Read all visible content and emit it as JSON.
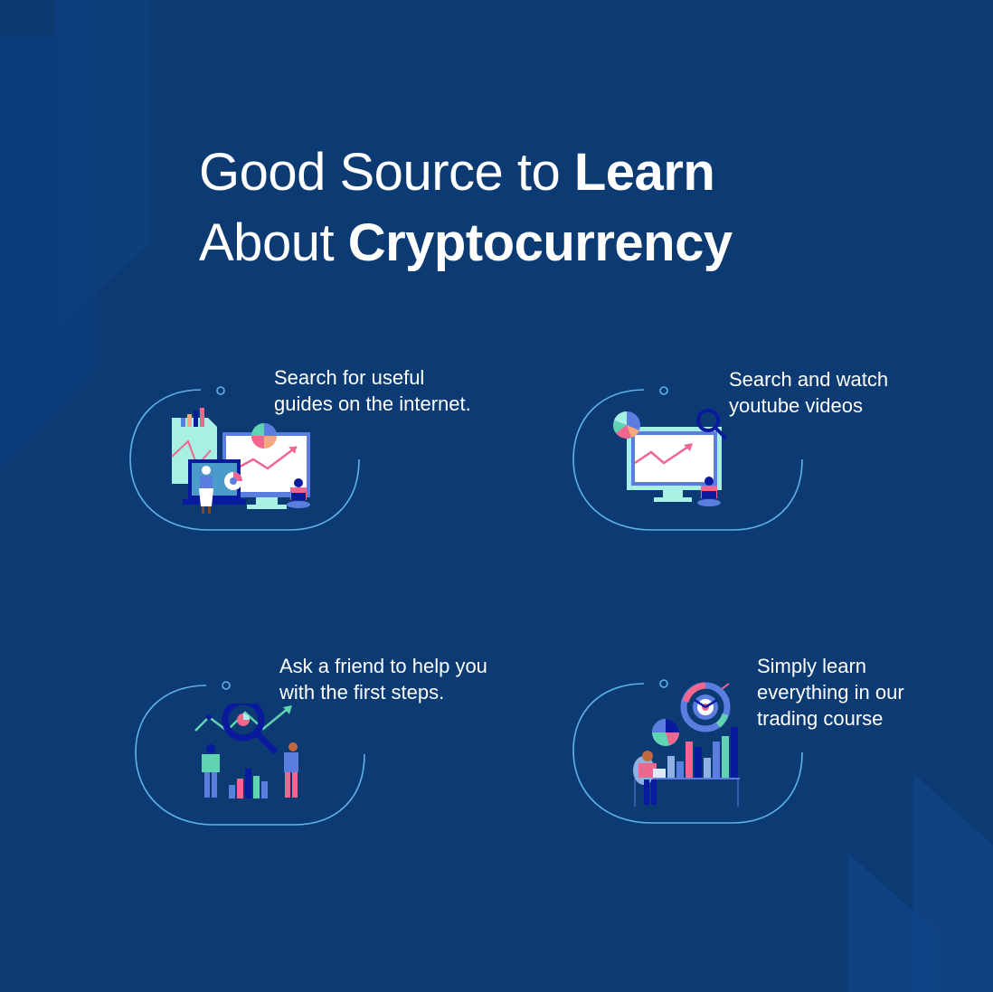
{
  "title": {
    "line1_light": "Good Source to ",
    "line1_bold": "Learn",
    "line2_light": "About ",
    "line2_bold": "Cryptocurrency"
  },
  "colors": {
    "background": "#0c3a73",
    "frame_line": "#5fb2e6",
    "pink": "#f0668f",
    "mint": "#a8f0e4",
    "teal": "#5fd3b2",
    "indigo": "#0a1a9c",
    "periwinkle": "#5b7de0",
    "peach": "#f7a97b"
  },
  "cards": [
    {
      "id": "internet-guides",
      "line1": "Search for useful",
      "line2": "guides on the internet.",
      "illustration": "dashboard-monitor-laptop-icon"
    },
    {
      "id": "youtube-videos",
      "line1": "Search and watch",
      "line2": "youtube videos",
      "illustration": "monitor-magnifier-icon"
    },
    {
      "id": "ask-friend",
      "line1": "Ask a friend to help you",
      "line2": "with the first steps.",
      "illustration": "people-magnifier-chart-icon"
    },
    {
      "id": "trading-course",
      "line1": "Simply learn",
      "line2": "everything in our",
      "line3": "trading course",
      "illustration": "target-bar-chart-icon"
    }
  ]
}
